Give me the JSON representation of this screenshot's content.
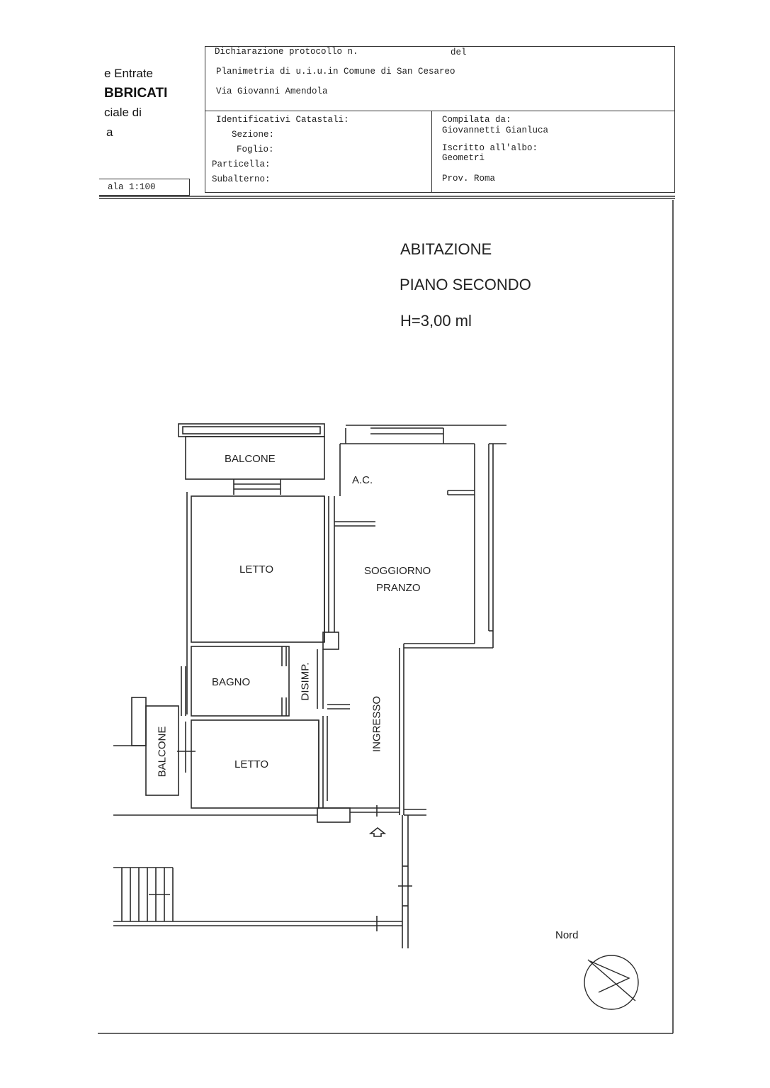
{
  "agency": {
    "line1": "e Entrate",
    "line2": "BBRICATI",
    "line3": "ciale di",
    "line4": "a"
  },
  "scale_label": "ala 1:100",
  "header": {
    "protocol_label": "Dichiarazione protocollo n.",
    "del_label": "del",
    "planimetry": "Planimetria di u.i.u.in Comune di San Cesareo",
    "address": "Via Giovanni Amendola"
  },
  "cadastral": {
    "title": "Identificativi Catastali:",
    "sezione": "Sezione:",
    "foglio": "Foglio:",
    "particella": "Particella:",
    "subalterno": "Subalterno:"
  },
  "compiler": {
    "compiled_by_label": "Compilata da:",
    "compiled_by_name": "Giovannetti Gianluca",
    "register_label": "Iscritto all'albo:",
    "register_value": "Geometri",
    "province": "Prov. Roma"
  },
  "plan": {
    "title": "ABITAZIONE",
    "floor": "PIANO SECONDO",
    "height": "H=3,00 ml",
    "north": "Nord",
    "rooms": {
      "balcone_top": "BALCONE",
      "ac": "A.C.",
      "letto_1": "LETTO",
      "soggiorno": "SOGGIORNO",
      "pranzo": "PRANZO",
      "bagno": "BAGNO",
      "disimp": "DISIMP.",
      "ingresso": "INGRESSO",
      "balcone_side": "BALCONE",
      "letto_2": "LETTO"
    }
  }
}
